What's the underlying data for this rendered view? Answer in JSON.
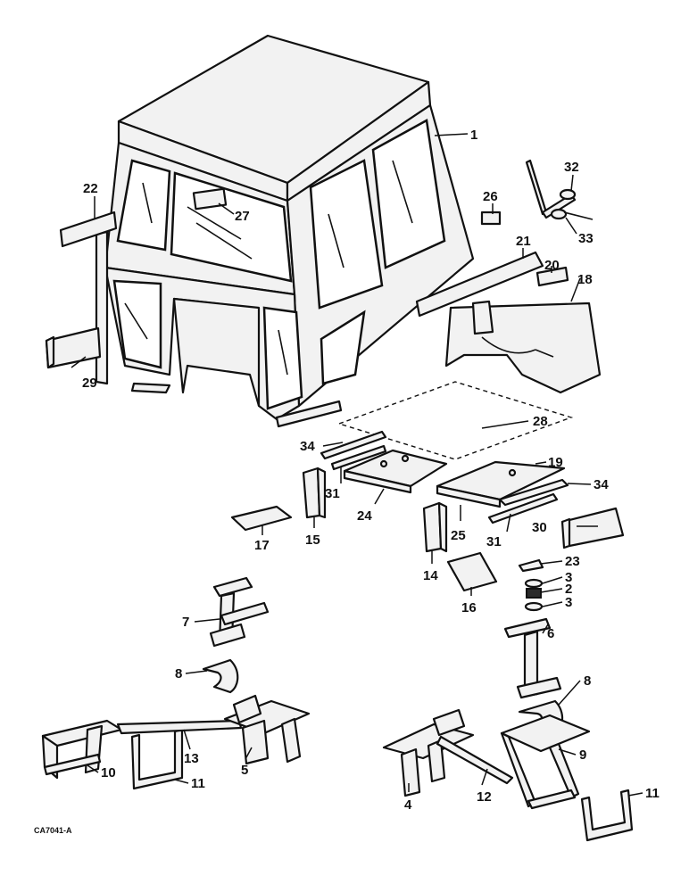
{
  "diagram": {
    "callouts": [
      "1",
      "2",
      "3",
      "3",
      "4",
      "5",
      "6",
      "7",
      "8",
      "8",
      "9",
      "10",
      "11",
      "11",
      "12",
      "13",
      "14",
      "15",
      "16",
      "17",
      "18",
      "19",
      "20",
      "21",
      "22",
      "23",
      "24",
      "25",
      "26",
      "27",
      "28",
      "29",
      "30",
      "31",
      "31",
      "32",
      "33",
      "34",
      "34"
    ],
    "drawing_code": "CA7041-A"
  }
}
